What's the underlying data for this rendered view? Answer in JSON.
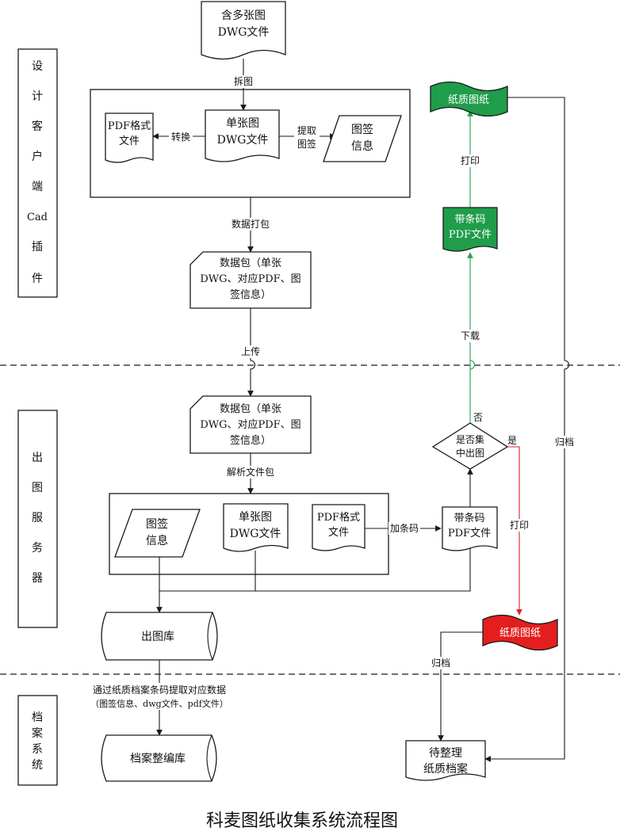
{
  "title": "科麦图纸收集系统流程图",
  "colors": {
    "green": "#1f9d4a",
    "red": "#e41e1e",
    "line": "#1a1a1a",
    "green_line": "#22a34a",
    "red_line": "#e02020"
  },
  "lanes": {
    "cad": [
      "设",
      "计",
      "客",
      "户",
      "端",
      "Cad",
      "插",
      "件"
    ],
    "server": [
      "出",
      "图",
      "服",
      "务",
      "器"
    ],
    "archive": [
      "档",
      "案",
      "系",
      "统"
    ]
  },
  "nodes": {
    "multi_dwg": [
      "含多张图",
      "DWG文件"
    ],
    "pdf_file_top": [
      "PDF格式",
      "文件"
    ],
    "single_dwg_top": [
      "单张图",
      "DWG文件"
    ],
    "sign_info_top": [
      "图签",
      "信息"
    ],
    "package_top": [
      "数据包（单张",
      "DWG、对应PDF、图",
      "签信息）"
    ],
    "package_server": [
      "数据包（单张",
      "DWG、对应PDF、图",
      "签信息）"
    ],
    "sign_info_server": [
      "图签",
      "信息"
    ],
    "single_dwg_server": [
      "单张图",
      "DWG文件"
    ],
    "pdf_file_server": [
      "PDF格式",
      "文件"
    ],
    "barcode_pdf_server": [
      "带条码",
      "PDF文件"
    ],
    "decision": [
      "是否集",
      "中出图"
    ],
    "barcode_pdf_green": [
      "带条码",
      "PDF文件"
    ],
    "paper_green": "纸质图纸",
    "paper_red": "纸质图纸",
    "db_output": "出图库",
    "db_archive": "档案整编库",
    "pending_archive": [
      "待整理",
      "纸质档案"
    ]
  },
  "edges": {
    "split": "拆图",
    "convert": "转换",
    "extract": [
      "提取",
      "图签"
    ],
    "pack": "数据打包",
    "upload": "上传",
    "parse": "解析文件包",
    "add_barcode": "加条码",
    "no": "否",
    "yes": "是",
    "download": "下载",
    "print_green": "打印",
    "print_red": "打印",
    "archive_right": "归档",
    "archive_bottom": "归档",
    "extract_by_barcode": [
      "通过纸质档案条码提取对应数据",
      "（图签信息、dwg文件、pdf文件）"
    ]
  }
}
